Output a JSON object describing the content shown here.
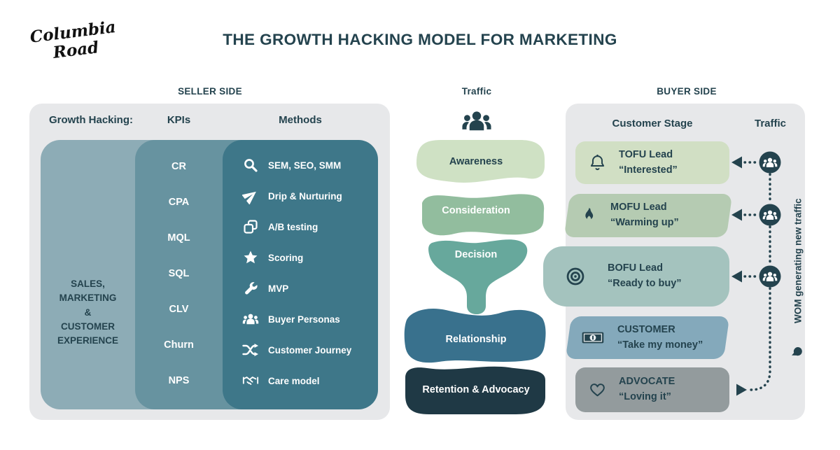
{
  "logo": {
    "line1": "Columbia",
    "line2": "Road"
  },
  "title": "THE GROWTH HACKING MODEL FOR MARKETING",
  "labels": {
    "seller_side": "SELLER SIDE",
    "traffic": "Traffic",
    "buyer_side": "BUYER SIDE"
  },
  "seller": {
    "header_growth_hacking": "Growth Hacking:",
    "header_kpis": "KPIs",
    "header_methods": "Methods",
    "scope": [
      "SALES,",
      "MARKETING",
      "&",
      "CUSTOMER",
      "EXPERIENCE"
    ],
    "kpis": [
      "CR",
      "CPA",
      "MQL",
      "SQL",
      "CLV",
      "Churn",
      "NPS"
    ],
    "methods": [
      {
        "icon": "search-icon",
        "label": "SEM, SEO, SMM"
      },
      {
        "icon": "paper-plane-icon",
        "label": "Drip & Nurturing"
      },
      {
        "icon": "ab-testing-copy-icon",
        "label": "A/B testing"
      },
      {
        "icon": "star-icon",
        "label": "Scoring"
      },
      {
        "icon": "wrench-icon",
        "label": "MVP"
      },
      {
        "icon": "buyer-personas-group-icon",
        "label": "Buyer Personas"
      },
      {
        "icon": "journey-shuffle-icon",
        "label": "Customer Journey"
      },
      {
        "icon": "handshake-icon",
        "label": "Care model"
      }
    ]
  },
  "funnel": {
    "top_icon": "traffic-group-icon",
    "stages": [
      {
        "label": "Awareness",
        "color": "#cfe1c4",
        "text_color": "#24434e"
      },
      {
        "label": "Consideration",
        "color": "#92bd9e",
        "text_color": "#ffffff"
      },
      {
        "label": "Decision",
        "color": "#67a89c",
        "text_color": "#ffffff"
      },
      {
        "label": "Relationship",
        "color": "#39718d",
        "text_color": "#ffffff"
      },
      {
        "label": "Retention & Advocacy",
        "color": "#1f3945",
        "text_color": "#ffffff"
      }
    ]
  },
  "buyer": {
    "header_stage": "Customer Stage",
    "header_traffic": "Traffic",
    "stages": [
      {
        "icon": "bell-icon",
        "title": "TOFU Lead",
        "quote": "“Interested”",
        "color": "#d1dfc4"
      },
      {
        "icon": "flame-icon",
        "title": "MOFU Lead",
        "quote": "“Warming up”",
        "color": "#b5cbb2"
      },
      {
        "icon": "bullseye-icon",
        "title": "BOFU Lead",
        "quote": "“Ready to buy”",
        "color": "#a4c3be"
      },
      {
        "icon": "banknote-icon",
        "title": "CUSTOMER",
        "quote": "“Take my money”",
        "color": "#84a9bb"
      },
      {
        "icon": "heart-icon",
        "title": "ADVOCATE",
        "quote": "“Loving it”",
        "color": "#939b9d"
      }
    ],
    "wom_label": "WOM generating new traffic"
  },
  "colors": {
    "ink": "#24434e",
    "panel_bg": "#e7e8ea",
    "seller_col1": "#8dacb6",
    "seller_col2": "#6793a0",
    "seller_col3": "#3e7789"
  }
}
